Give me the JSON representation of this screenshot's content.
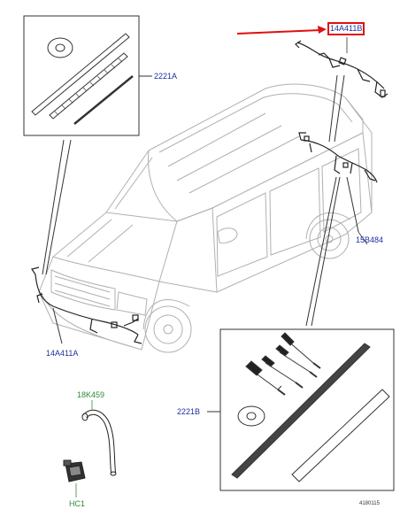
{
  "callouts": {
    "highlighted": "14A411B",
    "top_left_kit": "2221A",
    "rear_harness": "15B484",
    "front_harness": "14A411A",
    "bottom_kit": "2221B",
    "hose": "18K459",
    "clip": "HC1"
  },
  "footer": {
    "ref": "4180115"
  },
  "colors": {
    "callout_blue": "#1c2fa3",
    "callout_green": "#2e8b3a",
    "highlight_red": "#e01010",
    "line": "#333333"
  }
}
